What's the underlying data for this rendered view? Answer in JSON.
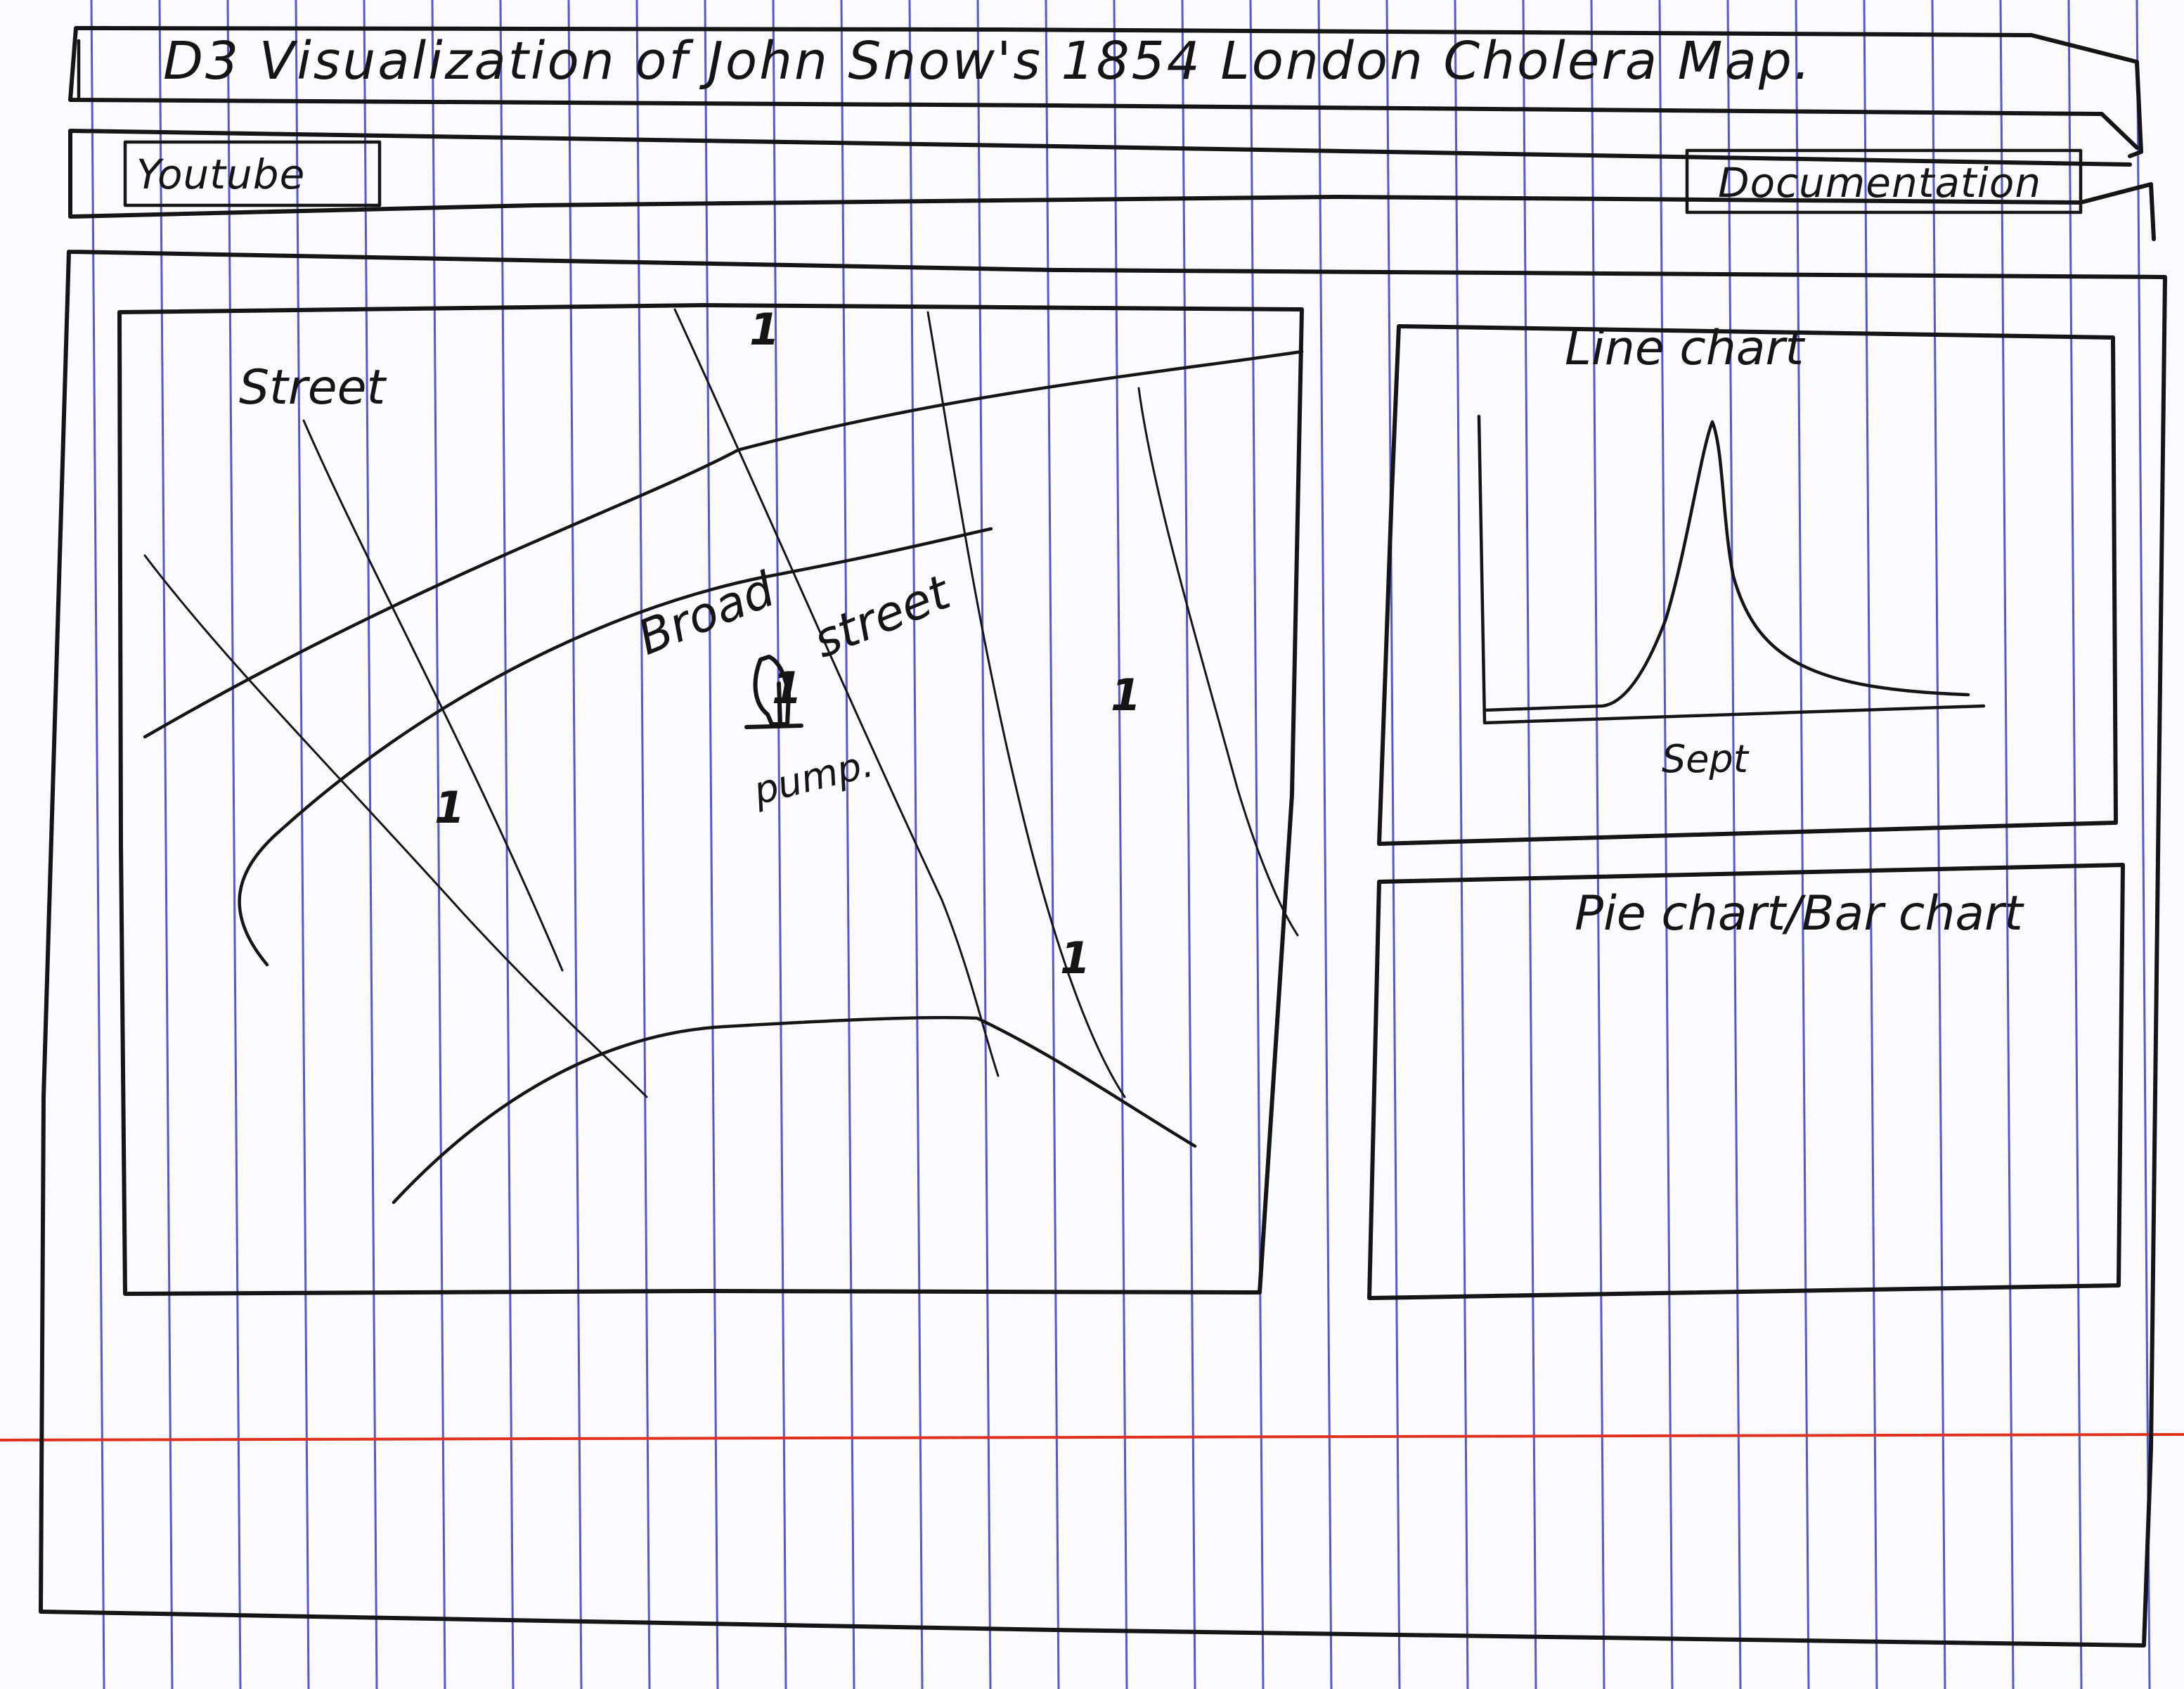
{
  "header": {
    "title": "D3 Visualization of John Snow's 1854 London Cholera Map."
  },
  "navbar": {
    "youtube_label": "Youtube",
    "documentation_label": "Documentation"
  },
  "map_panel": {
    "street_label": "Street",
    "broad_label": "Broad",
    "street_label_2": "street",
    "pump_label": "pump.",
    "markers": [
      "1",
      "1",
      "1",
      "1",
      "1"
    ]
  },
  "line_chart_panel": {
    "title": "Line chart",
    "x_label": "Sept"
  },
  "pie_bar_panel": {
    "title": "Pie chart/Bar chart"
  },
  "colors": {
    "ink": "#151515",
    "ruled_line": "#3a3ad8",
    "margin_line": "#e0301e",
    "paper": "#fbfbfd"
  }
}
